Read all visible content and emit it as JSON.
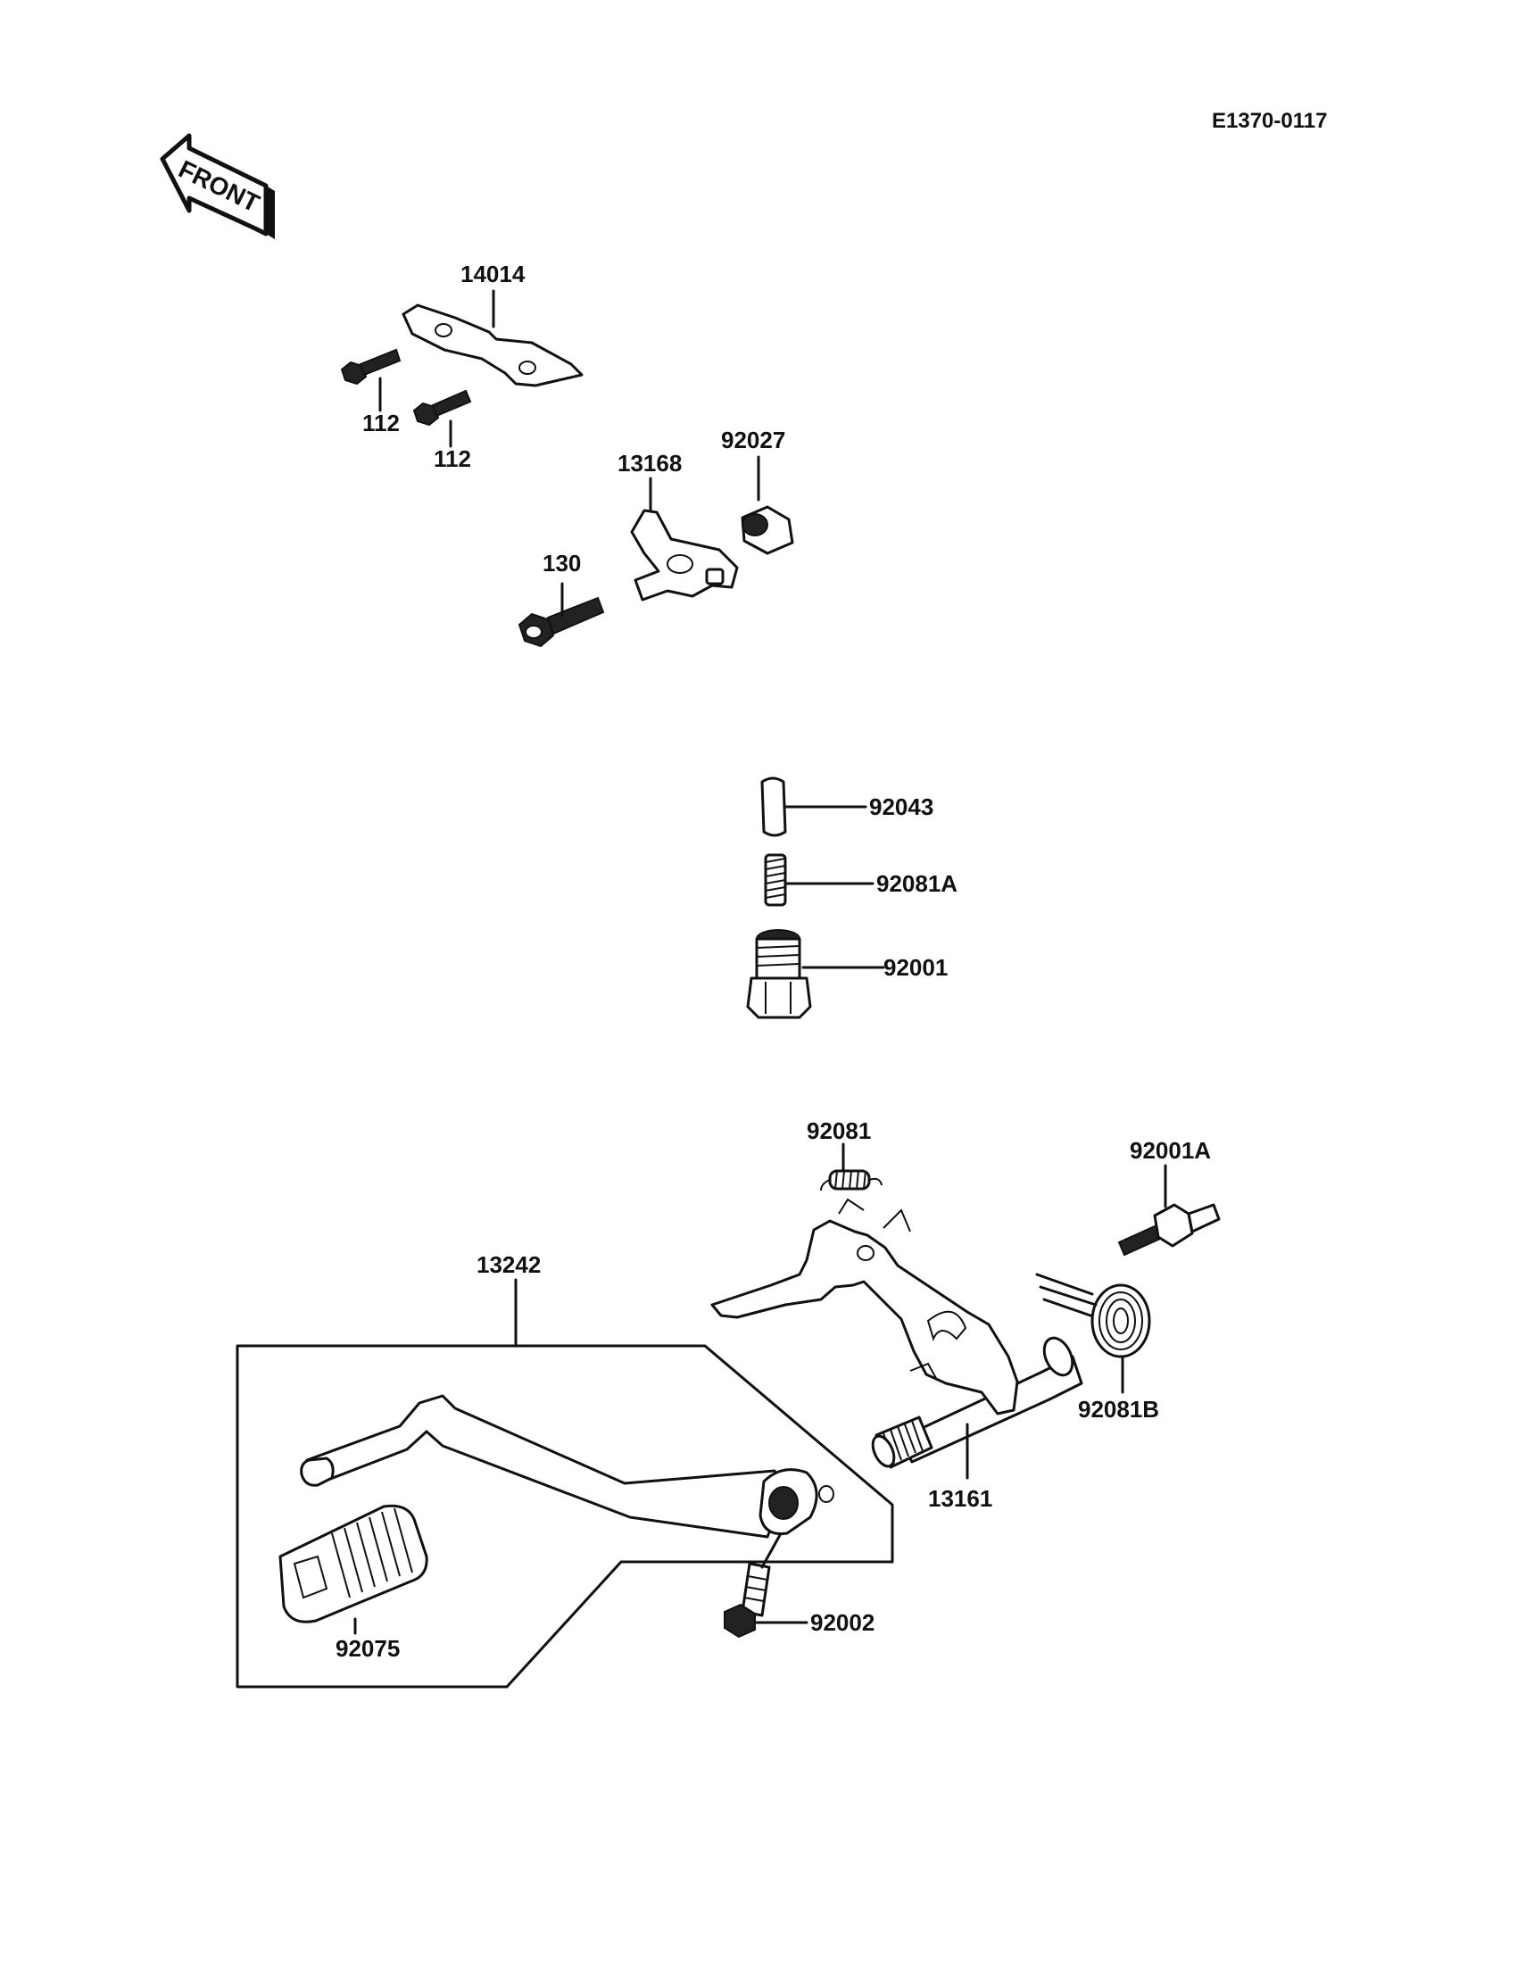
{
  "diagram_code": "E1370-0117",
  "front_arrow": "FRONT",
  "labels": {
    "p14014": "14014",
    "p112a": "112",
    "p112b": "112",
    "p13168": "13168",
    "p92027": "92027",
    "p130": "130",
    "p92043": "92043",
    "p92081A": "92081A",
    "p92001": "92001",
    "p92081": "92081",
    "p92001A": "92001A",
    "p13242": "13242",
    "p92081B": "92081B",
    "p13161": "13161",
    "p92075": "92075",
    "p92002": "92002"
  }
}
